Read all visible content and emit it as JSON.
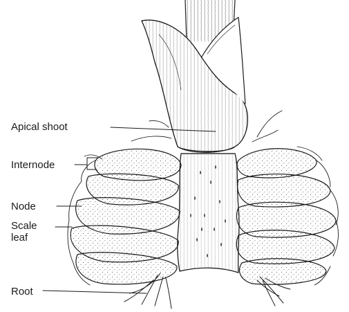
{
  "labels": {
    "apical_shoot": "Apical shoot",
    "internode": "Internode",
    "node": "Node",
    "scale_leaf": "Scale\nleaf",
    "root": "Root"
  },
  "colors": {
    "ink": "#1a1a1a",
    "background": "#ffffff"
  }
}
